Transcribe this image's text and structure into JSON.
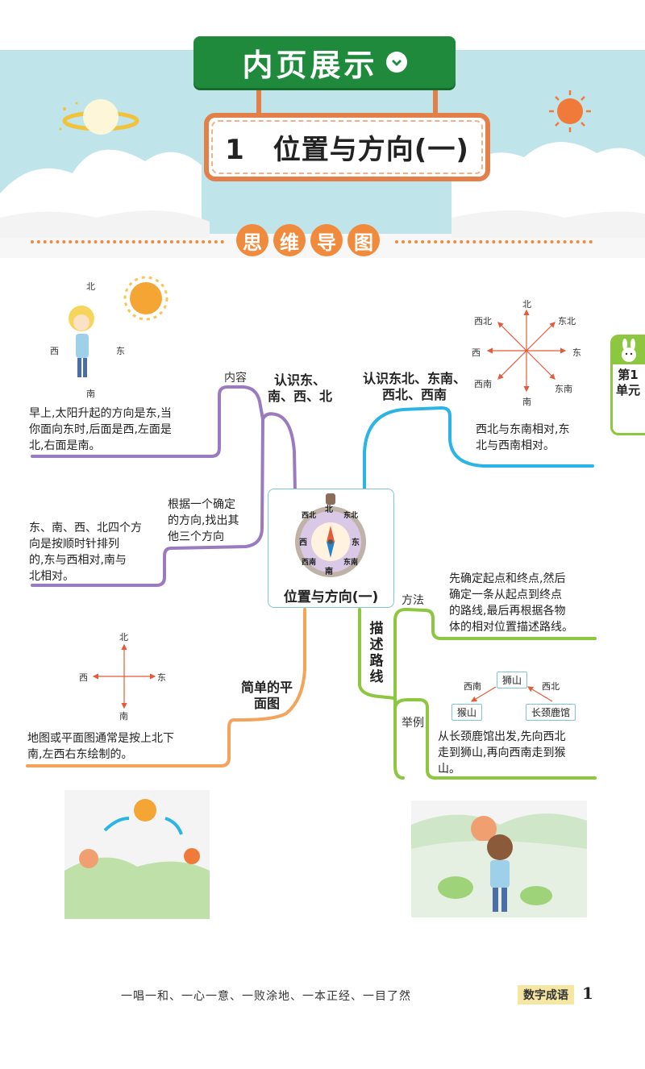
{
  "header": {
    "banner": "内页展示",
    "title": "1　位置与方向(一)",
    "mindmap_chars": [
      "思",
      "维",
      "导",
      "图"
    ]
  },
  "side_tab": {
    "text": "第1单元"
  },
  "center": {
    "label": "位置与方向(一)",
    "compass_chars": [
      "北",
      "东北",
      "东",
      "东南",
      "南",
      "西南",
      "西",
      "西北"
    ]
  },
  "branch_east_west": {
    "tag": "内容",
    "heading_line1": "认识东、",
    "heading_line2": "南、西、北",
    "desc1_lines": [
      "早上,太阳升起的方向是东,当",
      "你面向东时,后面是西,左面是",
      "北,右面是南。"
    ],
    "desc2_lines": [
      "根据一个确定",
      "的方向,找出其",
      "他三个方向"
    ],
    "desc3_lines": [
      "东、南、西、北四个方",
      "向是按顺时针排列",
      "的,东与西相对,南与",
      "北相对。"
    ],
    "dirs": {
      "n": "北",
      "w": "西",
      "e": "东",
      "s": "南"
    }
  },
  "branch_diagonal": {
    "heading_line1": "认识东北、东南、",
    "heading_line2": "西北、西南",
    "desc_lines": [
      "西北与东南相对,东",
      "北与西南相对。"
    ],
    "dirs": {
      "n": "北",
      "ne": "东北",
      "e": "东",
      "se": "东南",
      "s": "南",
      "sw": "西南",
      "w": "西",
      "nw": "西北"
    }
  },
  "branch_map": {
    "heading_line1": "简单的平",
    "heading_line2": "面图",
    "desc_lines": [
      "地图或平面图通常是按上北下",
      "南,左西右东绘制的。"
    ],
    "dirs": {
      "n": "北",
      "w": "西",
      "e": "东",
      "s": "南"
    }
  },
  "branch_route": {
    "heading": "描述路线",
    "tag_method": "方法",
    "method_lines": [
      "先确定起点和终点,然后",
      "确定一条从起点到终点",
      "的路线,最后再根据各物",
      "体的相对位置描述路线。"
    ],
    "tag_example": "举例",
    "example_lines": [
      "从长颈鹿馆出发,先向西北",
      "走到狮山,再向西南走到猴",
      "山。"
    ],
    "diagram": {
      "sw_label": "西南",
      "nw_label": "西北",
      "lion": "狮山",
      "monkey": "猴山",
      "giraffe": "长颈鹿馆"
    }
  },
  "footer": {
    "idioms": "一唱一和、一心一意、一败涂地、一本正经、一目了然",
    "badge": "数字成语",
    "page": "1"
  },
  "colors": {
    "purple": "#9b7bbf",
    "blue": "#2bb4e6",
    "orange": "#f5a25a",
    "green": "#8dc63f",
    "banner": "#1f8a3b",
    "accent": "#f08a3c"
  }
}
